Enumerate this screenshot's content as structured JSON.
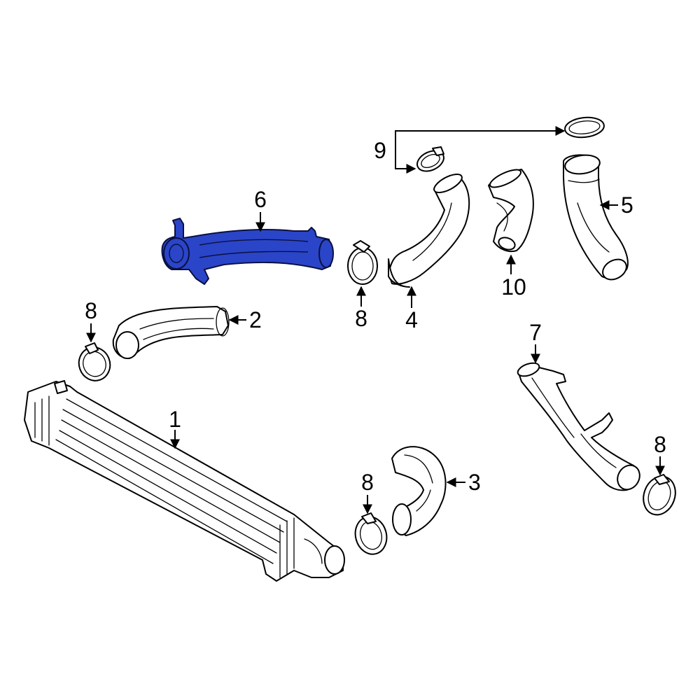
{
  "callouts": {
    "c1": "1",
    "c2": "2",
    "c3": "3",
    "c4": "4",
    "c5": "5",
    "c6": "6",
    "c7": "7",
    "c8a": "8",
    "c8b": "8",
    "c8c": "8",
    "c8d": "8",
    "c9": "9",
    "c10": "10"
  },
  "colors": {
    "highlight": "#2a45c8",
    "line": "#000000",
    "background": "#ffffff"
  },
  "highlighted_part": "6"
}
